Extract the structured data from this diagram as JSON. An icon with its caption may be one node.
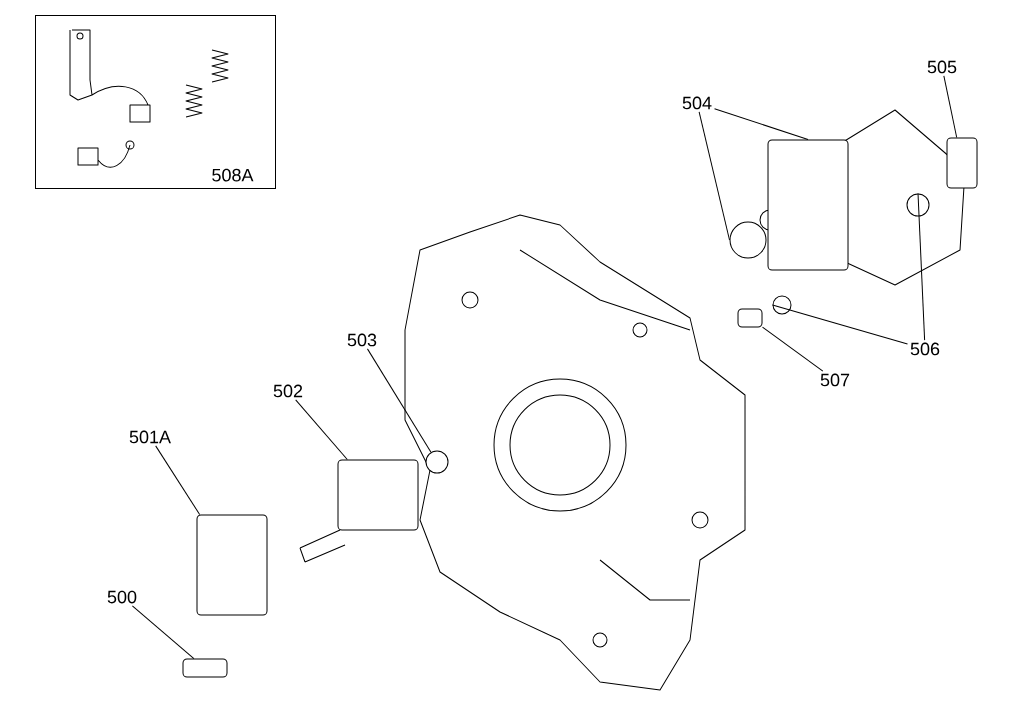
{
  "diagram": {
    "nodes": [
      {
        "text": [
          "508A"
        ]
      },
      {
        "text": [
          "505"
        ]
      },
      {
        "text": [
          "504"
        ]
      },
      {
        "text": [
          "506"
        ]
      },
      {
        "text": [
          "507"
        ]
      },
      {
        "text": [
          "503"
        ]
      },
      {
        "text": [
          "502"
        ]
      },
      {
        "text": [
          "501A"
        ]
      },
      {
        "text": [
          "500"
        ]
      },
      {
        "text": [],
        "shape": "box"
      },
      {
        "text": [],
        "shape": "box"
      },
      {
        "text": [],
        "shape": "circle"
      },
      {
        "text": [],
        "shape": "circle"
      },
      {
        "text": [],
        "shape": "circle"
      },
      {
        "text": [],
        "shape": "box"
      },
      {
        "text": [],
        "shape": "circle"
      },
      {
        "text": [],
        "shape": "box"
      },
      {
        "text": [],
        "shape": "box"
      },
      {
        "text": [],
        "shape": "box"
      }
    ],
    "edges": [
      {
        "from": 1,
        "to": 9,
        "arrow": "none"
      },
      {
        "from": 2,
        "to": 10,
        "arrow": "none"
      },
      {
        "from": 2,
        "to": 11,
        "arrow": "none"
      },
      {
        "from": 3,
        "to": 12,
        "arrow": "none"
      },
      {
        "from": 3,
        "to": 13,
        "arrow": "none"
      },
      {
        "from": 4,
        "to": 14,
        "arrow": "none"
      },
      {
        "from": 5,
        "to": 15,
        "arrow": "none"
      },
      {
        "from": 6,
        "to": 16,
        "arrow": "none"
      },
      {
        "from": 7,
        "to": 17,
        "arrow": "none"
      },
      {
        "from": 8,
        "to": 18,
        "arrow": "none"
      }
    ]
  }
}
